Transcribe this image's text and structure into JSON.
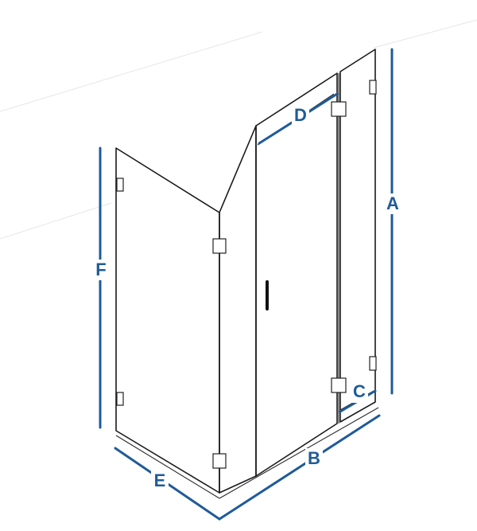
{
  "labels": {
    "A": "A",
    "B": "B",
    "C": "C",
    "D": "D",
    "E": "E",
    "F": "F"
  },
  "colors": {
    "dimension": "#1f5b98",
    "outline": "#1a1a1a",
    "background": "#ffffff"
  }
}
